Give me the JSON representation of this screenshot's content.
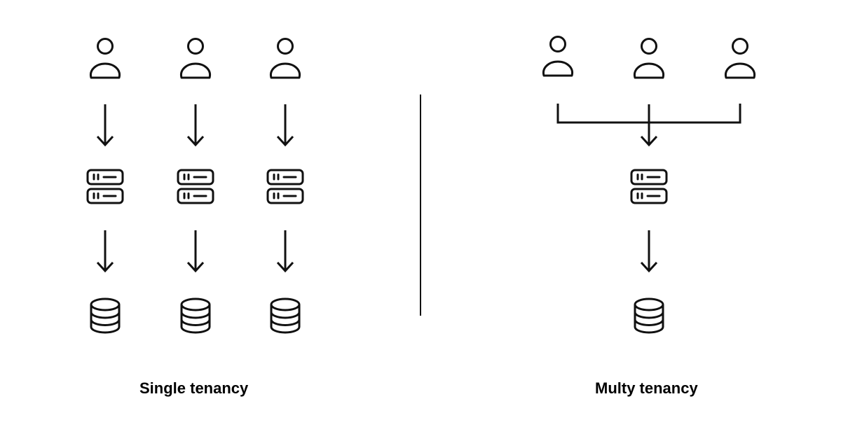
{
  "diagram": {
    "stroke_color": "#111111",
    "background": "#ffffff",
    "icons": [
      "user-icon",
      "server-icon",
      "database-icon",
      "arrow-down-icon"
    ],
    "single": {
      "label": "Single tenancy",
      "columns": 3
    },
    "multi": {
      "label": "Multy tenancy",
      "users": 3,
      "servers": 1,
      "databases": 1
    }
  }
}
